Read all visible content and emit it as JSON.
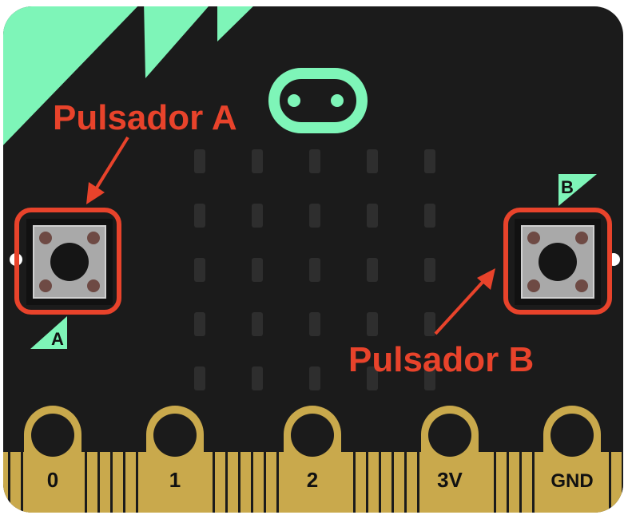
{
  "annotations": {
    "button_a_callout": "Pulsador A",
    "button_b_callout": "Pulsador B"
  },
  "buttons": {
    "a_label": "A",
    "b_label": "B"
  },
  "edge_pins": [
    "0",
    "1",
    "2",
    "3V",
    "GND"
  ],
  "colors": {
    "board": "#1b1b1b",
    "accent": "#7ef5b8",
    "gold": "#c9a94c",
    "callout": "#e8432b",
    "led_off": "#2e2e2e",
    "button_face": "#a9a9a9"
  },
  "led_matrix": {
    "rows": 5,
    "cols": 5,
    "state": "off"
  }
}
